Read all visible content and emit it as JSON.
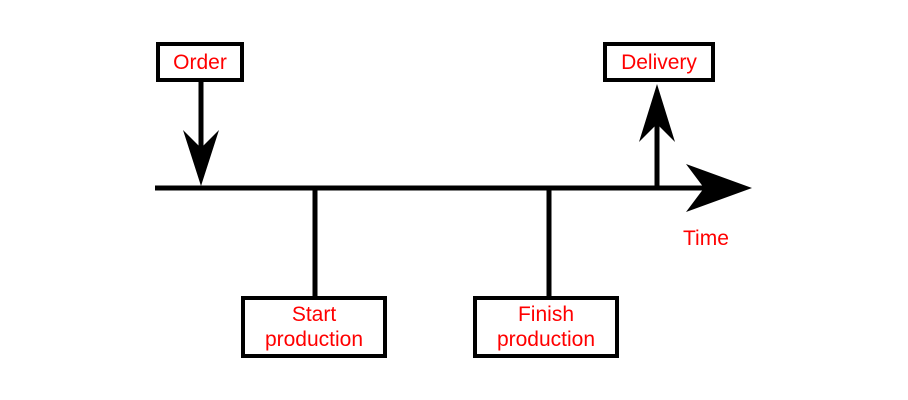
{
  "colors": {
    "line": "#000000",
    "text": "#ff0000",
    "box_border": "#000000",
    "background": "#ffffff"
  },
  "axis": {
    "label": "Time"
  },
  "events": {
    "order": {
      "label": "Order",
      "arrow": "down-into-timeline"
    },
    "start_production": {
      "label_line1": "Start",
      "label_line2": "production"
    },
    "finish_production": {
      "label_line1": "Finish",
      "label_line2": "production"
    },
    "delivery": {
      "label": "Delivery",
      "arrow": "up-from-timeline"
    }
  }
}
